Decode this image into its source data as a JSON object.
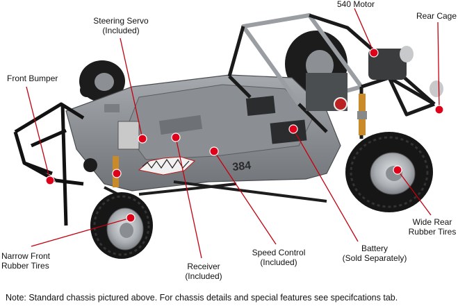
{
  "colors": {
    "leader_line": "#c4000f",
    "dot": "#e0001a",
    "chassis": "#8d9196",
    "frame": "#1a1a1a",
    "tire": "#161616",
    "wheel_hub": "#b9bcbf"
  },
  "callouts": {
    "front_bumper": "Front Bumper",
    "steering_servo": "Steering Servo\n(Included)",
    "motor": "540 Motor",
    "rear_cage": "Rear Cage",
    "narrow_front_tires": "Narrow Front\nRubber Tires",
    "receiver": "Receiver\n(Included)",
    "speed_control": "Speed Control\n(Included)",
    "battery": "Battery\n(Sold Separately)",
    "wide_rear_tires": "Wide Rear\nRubber Tires"
  },
  "chassis_print": "384",
  "note": "Note: Standard chassis pictured above. For chassis details and special features see specifcations tab."
}
